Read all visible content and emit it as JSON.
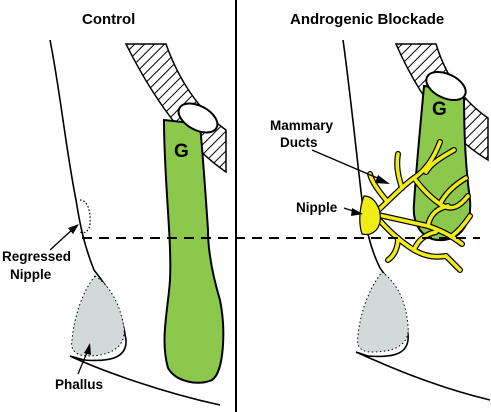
{
  "panels": {
    "left": {
      "title": "Control",
      "gland_label": "G",
      "regressed_nipple_label_line1": "Regressed",
      "regressed_nipple_label_line2": "Nipple",
      "phallus_label": "Phallus"
    },
    "right": {
      "title": "Androgenic Blockade",
      "gland_label": "G",
      "mammary_ducts_label_line1": "Mammary",
      "mammary_ducts_label_line2": "Ducts",
      "nipple_label": "Nipple"
    }
  },
  "colors": {
    "gland_fill": "#8cc84b",
    "phallus_fill": "#d3d8d8",
    "nipple_fill": "#f0ec17",
    "duct_fill": "#f0ec17",
    "line": "#000000",
    "background": "#ffffff"
  }
}
